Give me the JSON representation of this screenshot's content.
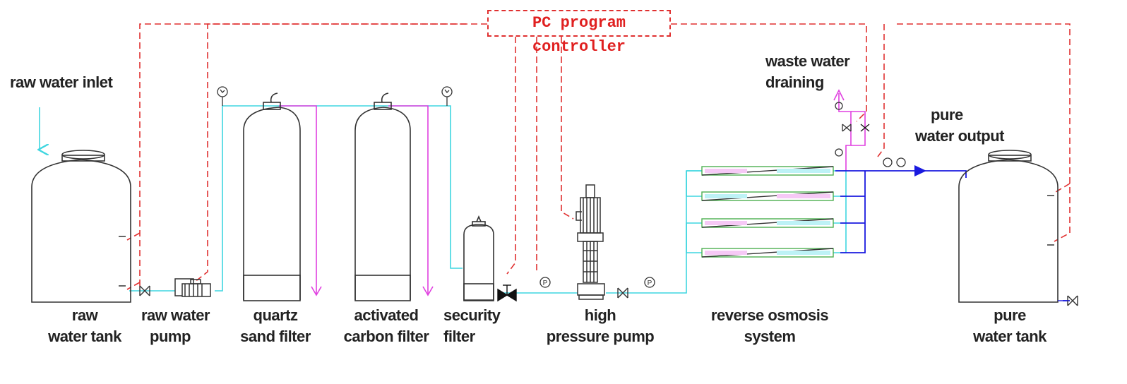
{
  "controller": {
    "label": "PC program controller"
  },
  "annotations": {
    "raw_water_inlet": "raw water inlet",
    "waste_line1": "waste water",
    "waste_line2": "draining",
    "pure_out_line1": "pure",
    "pure_out_line2": "water output"
  },
  "components": [
    {
      "line1": "raw",
      "line2": "water tank"
    },
    {
      "line1": "raw water",
      "line2": "pump"
    },
    {
      "line1": "quartz",
      "line2": "sand filter"
    },
    {
      "line1": "activated",
      "line2": "carbon filter"
    },
    {
      "line1": "security",
      "line2": "filter"
    },
    {
      "line1": "high",
      "line2": "pressure pump"
    },
    {
      "line1": "reverse osmosis",
      "line2": "system"
    },
    {
      "line1": "pure",
      "line2": "water tank"
    }
  ],
  "colors": {
    "outline": "#333333",
    "water_pipe": "#3fd6e0",
    "control_line": "#e03030",
    "backwash_pipe": "#e040e0",
    "pure_pipe": "#1a1adf",
    "membrane": "#4caf50"
  }
}
